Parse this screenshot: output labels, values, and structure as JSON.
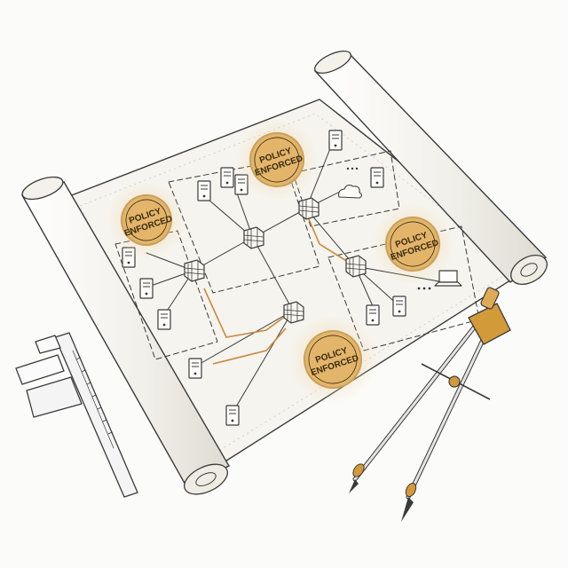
{
  "colors": {
    "paper": "#f6f4ee",
    "paper_shade": "#ece7da",
    "ink": "#3a3a3a",
    "stamp_fill": "#e3b56a",
    "stamp_ring": "#caa05a",
    "stamp_glow": "#f1dbb4",
    "orange_link": "#c98a3c",
    "brass": "#d39a3a",
    "steel": "#cfcfcf"
  },
  "stamps": [
    {
      "id": "top",
      "line1": "POLICY",
      "line2": "ENFORCED"
    },
    {
      "id": "left",
      "line1": "POLICY",
      "line2": "ENFORCED"
    },
    {
      "id": "right",
      "line1": "POLICY",
      "line2": "ENFORCED"
    },
    {
      "id": "bottom",
      "line1": "POLICY",
      "line2": "ENFORCED"
    }
  ],
  "icons": {
    "firewall": "brick-firewall-icon",
    "server": "server-tower-icon",
    "laptop": "laptop-icon",
    "cloud": "cloud-icon",
    "ellipsis": "ellipsis-icon"
  },
  "tools": [
    "vernier-caliper",
    "drafting-compass"
  ]
}
